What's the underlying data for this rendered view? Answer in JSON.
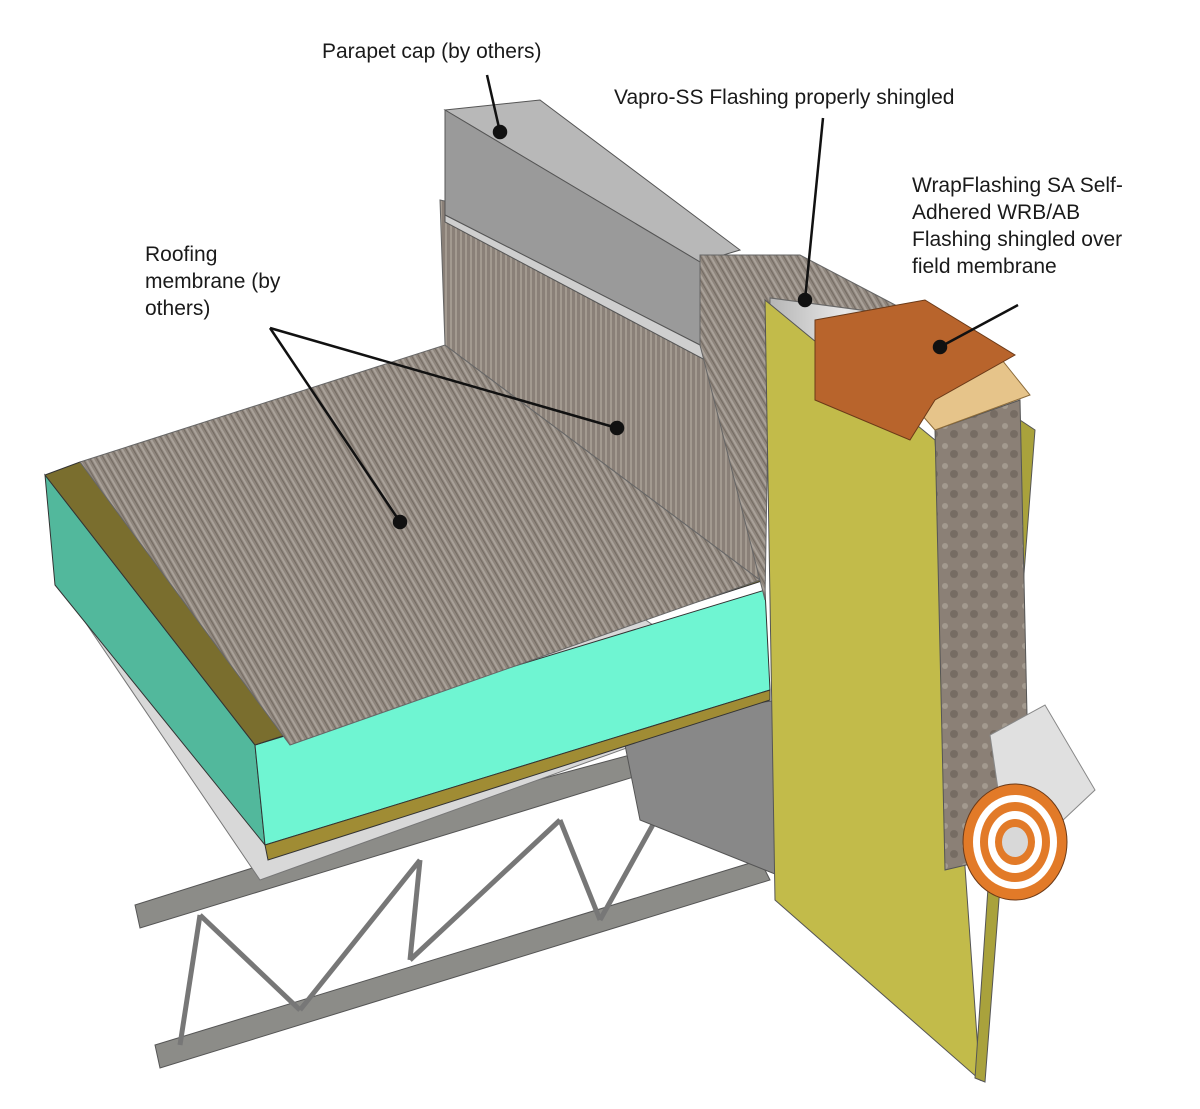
{
  "diagram": {
    "type": "3D roof-to-parapet wall assembly detail",
    "callouts": [
      {
        "id": "parapet-cap",
        "text": "Parapet cap (by others)"
      },
      {
        "id": "vapro-ss",
        "text": "Vapro-SS Flashing properly shingled"
      },
      {
        "id": "wrapflashing",
        "text": "WrapFlashing SA Self-\nAdhered WRB/AB\nFlashing shingled over\nfield membrane"
      },
      {
        "id": "roofing-membrane",
        "text": "Roofing\nmembrane (by\nothers)"
      }
    ],
    "colors": {
      "membrane": "#8a8078",
      "membrane_light": "#a9a199",
      "insulation": "#6ff5d2",
      "insulation_side": "#52b89c",
      "coverboard": "#7a6e2e",
      "coverboard_edge": "#a08c34",
      "sheathing": "#c2bb4a",
      "sheathing_dark": "#a9a23c",
      "parapet_cap": "#9a9a9a",
      "metal_flashing": "#c8c8c8",
      "wrapflashing": "#b8642c",
      "wood": "#e6c48a",
      "mineral_wool": "#8b8076",
      "steel": "#8c8c88",
      "roll_orange": "#e27a28"
    }
  }
}
